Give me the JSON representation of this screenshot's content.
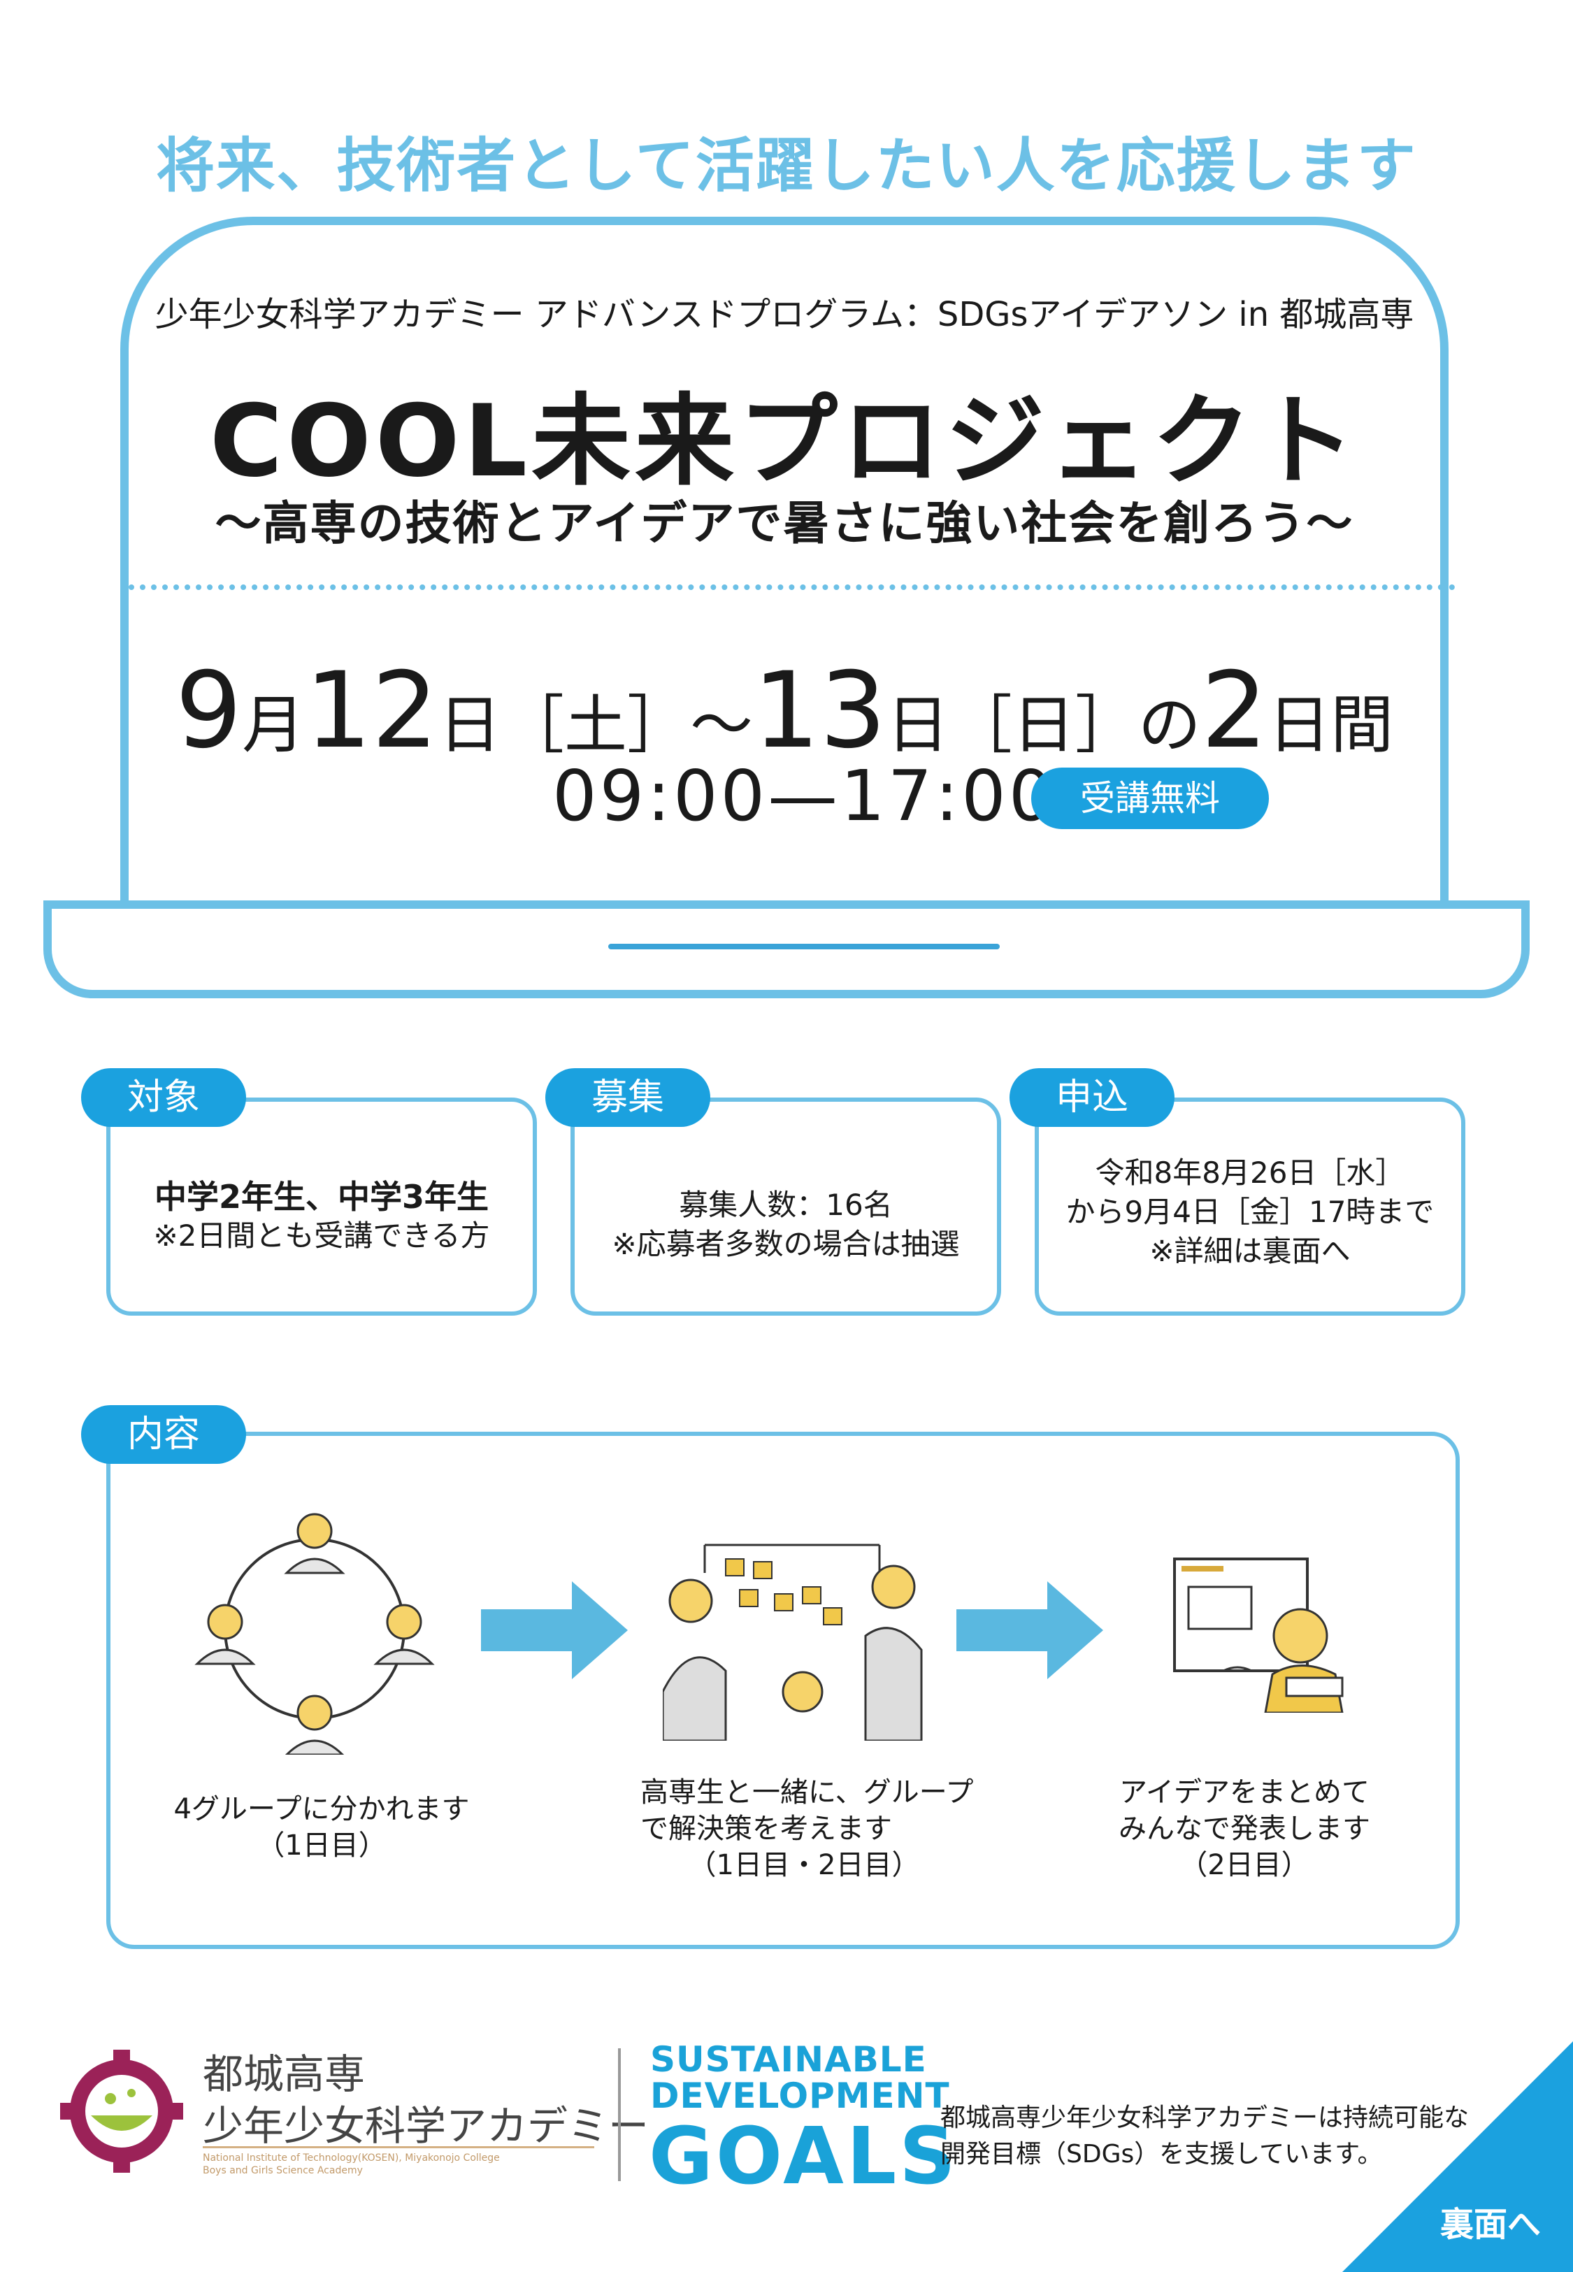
{
  "tagline": "将来、技術者として活躍したい人を応援します",
  "program": "少年少女科学アカデミー アドバンスドプログラム：SDGsアイデアソン in 都城高専",
  "title": "COOL未来プロジェクト",
  "subtitle": "～高専の技術とアイデアで暑さに強い社会を創ろう～",
  "schedule": {
    "month1": "9",
    "month_unit1": "月",
    "day1": "12",
    "day_unit1": "日",
    "dow1": "［土］",
    "tilde": "～",
    "day2": "13",
    "day_unit2": "日",
    "dow2": "［日］",
    "no": "の",
    "count": "2",
    "count_unit": "日間",
    "time": "09:00—17:00",
    "fee_badge": "受講無料"
  },
  "info": {
    "target": {
      "label": "対象",
      "line1": "中学2年生、中学3年生",
      "line2": "※2日間とも受講できる方"
    },
    "recruit": {
      "label": "募集",
      "line1": "募集人数：16名",
      "line2": "※応募者多数の場合は抽選"
    },
    "apply": {
      "label": "申込",
      "line1": "令和8年8月26日［水］",
      "line2": "から9月4日［金］17時まで",
      "line3": "※詳細は裏面へ"
    }
  },
  "content": {
    "label": "内容",
    "steps": [
      {
        "line1": "4グループに分かれます",
        "line2": "（1日目）",
        "line3": ""
      },
      {
        "line1": "高専生と一緒に、グループ",
        "line2": "で解決策を考えます",
        "line3": "（1日目・2日目）"
      },
      {
        "line1": "アイデアをまとめて",
        "line2": "みんなで発表します",
        "line3": "（2日目）"
      }
    ]
  },
  "footer": {
    "logo_line1": "都城高専",
    "logo_line2": "少年少女科学アカデミー",
    "logo_en1": "National Institute of Technology(KOSEN), Miyakonojo College",
    "logo_en2": "Boys and Girls Science Academy",
    "sdg_line1": "SUSTAINABLE",
    "sdg_line2": "DEVELOPMENT",
    "sdg_line3": "GOALS",
    "caption1": "都城高専少年少女科学アカデミーは持続可能な",
    "caption2": "開発目標（SDGs）を支援しています。",
    "back_link": "裏面へ"
  },
  "colors": {
    "primary": "#1ba1df",
    "light": "#6cc0e6",
    "logo": "#9b2258"
  }
}
